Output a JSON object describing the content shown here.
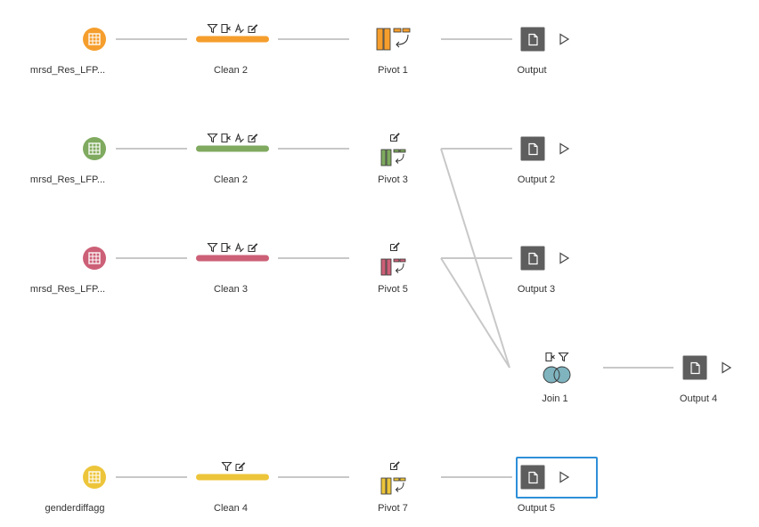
{
  "colors": {
    "orange": "#f59e2d",
    "green": "#7faa5f",
    "pink": "#cc6077",
    "yellow": "#edc53a",
    "teal": "#7fb4bf",
    "connector": "#c8c8c8",
    "output": "#5e5e5e",
    "selection": "#2f8fd8"
  },
  "rows": [
    {
      "input": {
        "label": "mrsd_Res_LFP...",
        "color": "#f59e2d"
      },
      "clean": {
        "label": "Clean 2",
        "color": "#f59e2d",
        "tools": [
          "filter-icon",
          "remove-field-icon",
          "rename-icon",
          "edit-icon"
        ]
      },
      "pivot": {
        "label": "Pivot 1",
        "color": "#f59e2d"
      },
      "output": {
        "label": "Output"
      }
    },
    {
      "input": {
        "label": "mrsd_Res_LFP...",
        "color": "#7faa5f"
      },
      "clean": {
        "label": "Clean 2",
        "color": "#7faa5f",
        "tools": [
          "filter-icon",
          "remove-field-icon",
          "rename-icon",
          "edit-icon"
        ]
      },
      "pivot": {
        "label": "Pivot 3",
        "color": "#7faa5f"
      },
      "output": {
        "label": "Output 2"
      }
    },
    {
      "input": {
        "label": "mrsd_Res_LFP...",
        "color": "#cc6077"
      },
      "clean": {
        "label": "Clean 3",
        "color": "#cc6077",
        "tools": [
          "filter-icon",
          "remove-field-icon",
          "rename-icon",
          "edit-icon"
        ]
      },
      "pivot": {
        "label": "Pivot 5",
        "color": "#cc6077"
      },
      "output": {
        "label": "Output 3"
      }
    },
    {
      "input": {
        "label": "genderdiffagg",
        "color": "#edc53a"
      },
      "clean": {
        "label": "Clean 4",
        "color": "#edc53a",
        "tools": [
          "filter-icon",
          "edit-icon"
        ]
      },
      "pivot": {
        "label": "Pivot 7",
        "color": "#edc53a"
      },
      "output": {
        "label": "Output 5"
      }
    }
  ],
  "join": {
    "label": "Join 1",
    "color": "#7fb4bf"
  },
  "join_output": {
    "label": "Output 4"
  }
}
